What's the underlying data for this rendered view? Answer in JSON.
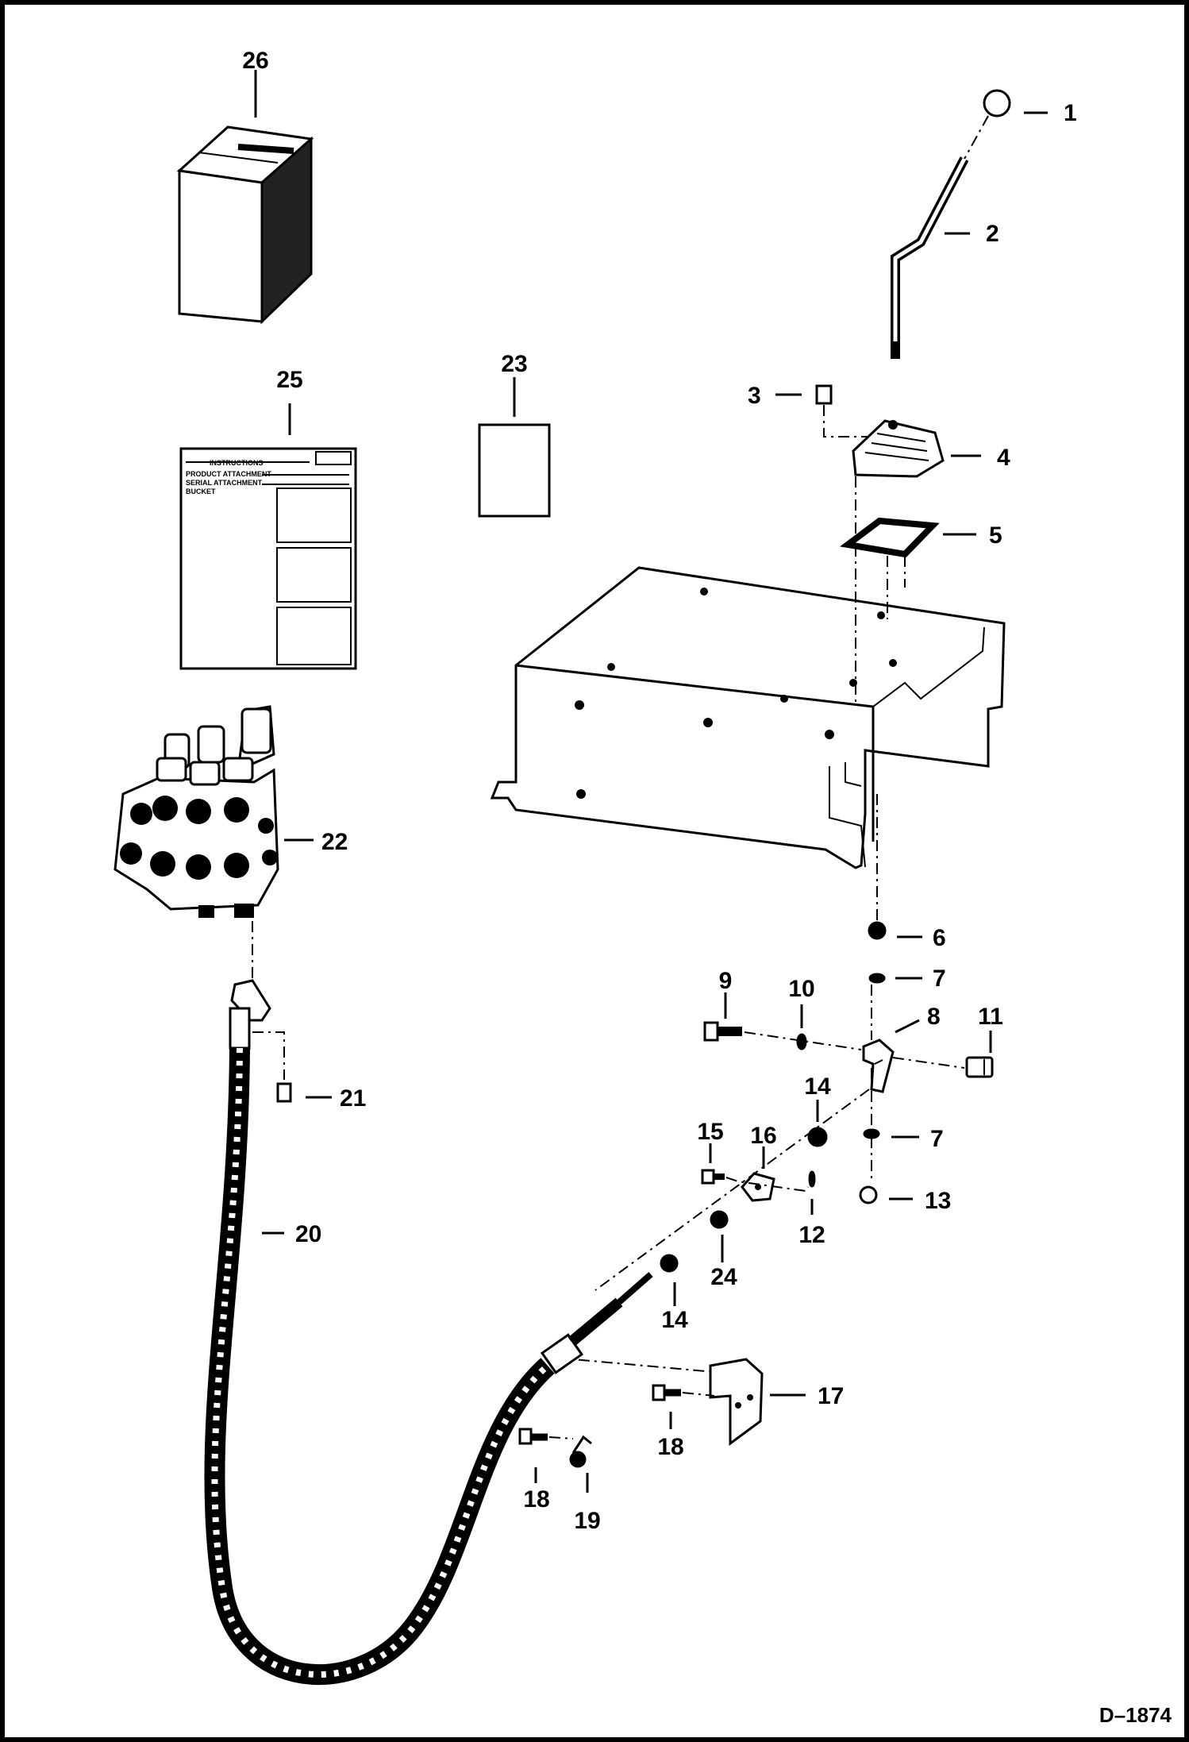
{
  "diagram": {
    "drawing_number": "D–1874",
    "decal_25": {
      "heading": "INSTRUCTIONS",
      "lines": [
        "PRODUCT ATTACHMENT",
        "SERIAL ATTACHMENT",
        "BUCKET"
      ]
    },
    "callouts": {
      "c1": "1",
      "c2": "2",
      "c3": "3",
      "c4": "4",
      "c5": "5",
      "c6": "6",
      "c7a": "7",
      "c7b": "7",
      "c8": "8",
      "c9": "9",
      "c10": "10",
      "c11": "11",
      "c12": "12",
      "c13": "13",
      "c14a": "14",
      "c14b": "14",
      "c15": "15",
      "c16": "16",
      "c17": "17",
      "c18a": "18",
      "c18b": "18",
      "c19": "19",
      "c20": "20",
      "c21": "21",
      "c22": "22",
      "c23": "23",
      "c24": "24",
      "c25": "25",
      "c26": "26"
    }
  }
}
